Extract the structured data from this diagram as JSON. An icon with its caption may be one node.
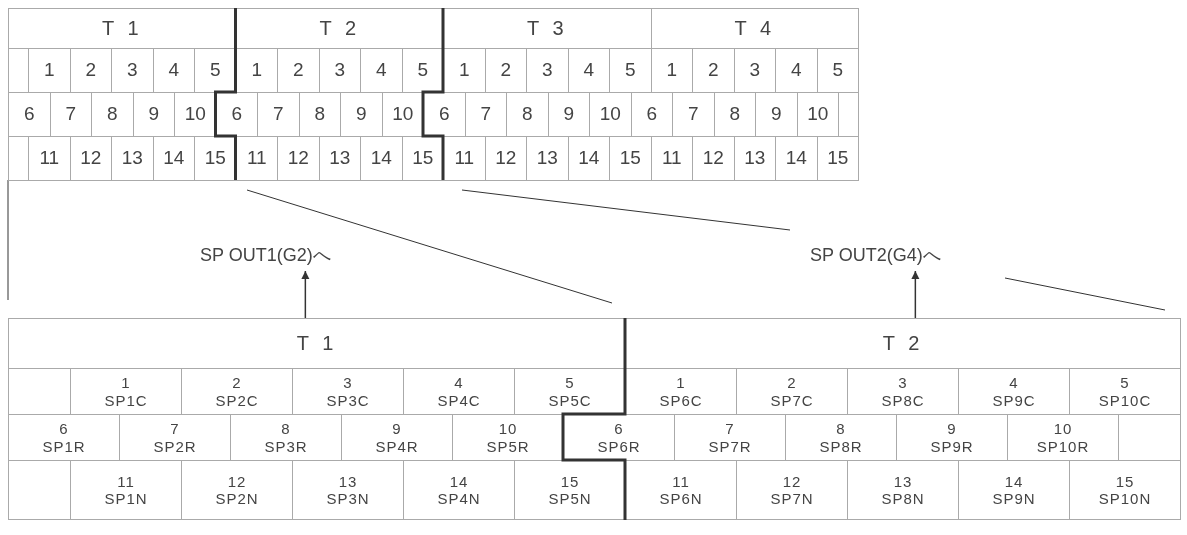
{
  "diagram": {
    "nodes": [
      {
        "text": [
          "SP OUT1(G2)へ"
        ]
      },
      {
        "text": [
          "SP OUT2(G4)へ"
        ]
      },
      {
        "text": [
          "T 1"
        ]
      },
      {
        "text": [
          "T 2"
        ]
      }
    ],
    "edges": [
      {
        "from": 2,
        "to": 0,
        "arrow": "to"
      },
      {
        "from": 3,
        "to": 1,
        "arrow": "to"
      }
    ],
    "labels": [
      "T 1",
      "T 2",
      "T 3",
      "T 4",
      "1",
      "2",
      "3",
      "4",
      "5",
      "1",
      "2",
      "3",
      "4",
      "5",
      "1",
      "2",
      "3",
      "4",
      "5",
      "1",
      "2",
      "3",
      "4",
      "5",
      "6",
      "7",
      "8",
      "9",
      "10",
      "6",
      "7",
      "8",
      "9",
      "10",
      "6",
      "7",
      "8",
      "9",
      "10",
      "6",
      "7",
      "8",
      "9",
      "10",
      "11",
      "12",
      "13",
      "14",
      "15",
      "11",
      "12",
      "13",
      "14",
      "15",
      "11",
      "12",
      "13",
      "14",
      "15",
      "11",
      "12",
      "13",
      "14",
      "15",
      "1",
      "SP1C",
      "2",
      "SP2C",
      "3",
      "SP3C",
      "4",
      "SP4C",
      "5",
      "SP5C",
      "1",
      "SP6C",
      "2",
      "SP7C",
      "3",
      "SP8C",
      "4",
      "SP9C",
      "5",
      "SP10C",
      "6",
      "SP1R",
      "7",
      "SP2R",
      "8",
      "SP3R",
      "9",
      "SP4R",
      "10",
      "SP5R",
      "6",
      "SP6R",
      "7",
      "SP7R",
      "8",
      "SP8R",
      "9",
      "SP9R",
      "10",
      "SP10R",
      "11",
      "SP1N",
      "12",
      "SP2N",
      "13",
      "SP3N",
      "14",
      "SP4N",
      "15",
      "SP5N",
      "11",
      "SP6N",
      "12",
      "SP7N",
      "13",
      "SP8N",
      "14",
      "SP9N",
      "15",
      "SP10N"
    ]
  }
}
